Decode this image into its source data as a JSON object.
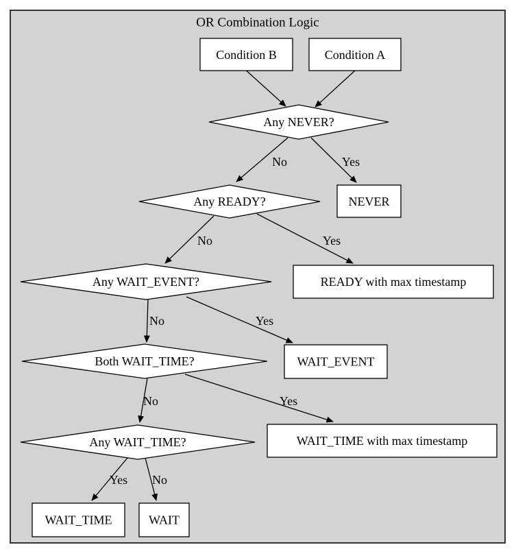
{
  "diagram": {
    "type": "flowchart",
    "title": "OR Combination Logic",
    "colors": {
      "canvas_fill": "#d3d3d3",
      "canvas_border": "#333333",
      "node_fill": "#ffffff",
      "node_stroke": "#000000",
      "text": "#000000"
    },
    "nodes": [
      {
        "id": "condition-b",
        "shape": "box",
        "label": "Condition B"
      },
      {
        "id": "condition-a",
        "shape": "box",
        "label": "Condition A"
      },
      {
        "id": "any-never",
        "shape": "diamond",
        "label": "Any NEVER?"
      },
      {
        "id": "never",
        "shape": "box",
        "label": "NEVER"
      },
      {
        "id": "any-ready",
        "shape": "diamond",
        "label": "Any READY?"
      },
      {
        "id": "ready-max",
        "shape": "box",
        "label": "READY with max timestamp"
      },
      {
        "id": "any-wait-event",
        "shape": "diamond",
        "label": "Any WAIT_EVENT?"
      },
      {
        "id": "wait-event",
        "shape": "box",
        "label": "WAIT_EVENT"
      },
      {
        "id": "both-wait-time",
        "shape": "diamond",
        "label": "Both WAIT_TIME?"
      },
      {
        "id": "wait-time-max",
        "shape": "box",
        "label": "WAIT_TIME with max timestamp"
      },
      {
        "id": "any-wait-time",
        "shape": "diamond",
        "label": "Any WAIT_TIME?"
      },
      {
        "id": "wait-time",
        "shape": "box",
        "label": "WAIT_TIME"
      },
      {
        "id": "wait",
        "shape": "box",
        "label": "WAIT"
      }
    ],
    "edges": [
      {
        "from": "condition-b",
        "to": "any-never",
        "label": ""
      },
      {
        "from": "condition-a",
        "to": "any-never",
        "label": ""
      },
      {
        "from": "any-never",
        "to": "any-ready",
        "label": "No"
      },
      {
        "from": "any-never",
        "to": "never",
        "label": "Yes"
      },
      {
        "from": "any-ready",
        "to": "any-wait-event",
        "label": "No"
      },
      {
        "from": "any-ready",
        "to": "ready-max",
        "label": "Yes"
      },
      {
        "from": "any-wait-event",
        "to": "both-wait-time",
        "label": "No"
      },
      {
        "from": "any-wait-event",
        "to": "wait-event",
        "label": "Yes"
      },
      {
        "from": "both-wait-time",
        "to": "any-wait-time",
        "label": "No"
      },
      {
        "from": "both-wait-time",
        "to": "wait-time-max",
        "label": "Yes"
      },
      {
        "from": "any-wait-time",
        "to": "wait-time",
        "label": "Yes"
      },
      {
        "from": "any-wait-time",
        "to": "wait",
        "label": "No"
      }
    ]
  }
}
